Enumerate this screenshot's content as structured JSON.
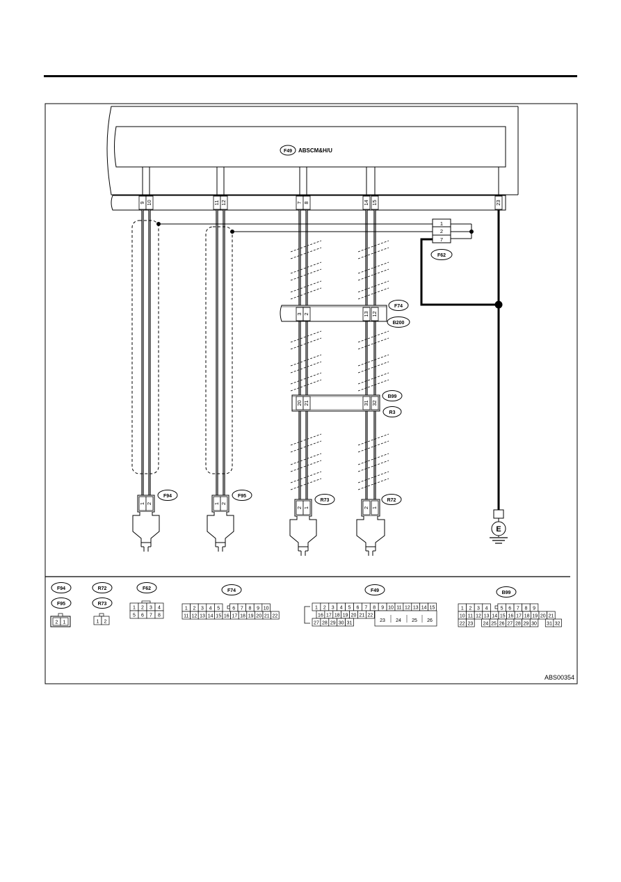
{
  "module": {
    "code": "F49",
    "name": "ABSCM&H/U"
  },
  "module_pins": [
    "9",
    "10",
    "11",
    "12",
    "7",
    "8",
    "14",
    "15",
    "23"
  ],
  "joint_connector": {
    "code": "F62",
    "pins": [
      "1",
      "2",
      "7"
    ]
  },
  "connectors": {
    "f74": "F74",
    "b200": "B200",
    "b99": "B99",
    "r3": "R3",
    "f94": "F94",
    "f95": "F95",
    "r73": "R73",
    "r72": "R72"
  },
  "inline_pins": {
    "f74_b200": [
      "3",
      "2",
      "13",
      "12"
    ],
    "b99_r3": [
      "20",
      "21",
      "31",
      "32"
    ]
  },
  "sensor_pins": {
    "f94": [
      "1",
      "2"
    ],
    "f95": [
      "1",
      "2"
    ],
    "r73": [
      "2",
      "1"
    ],
    "r72": [
      "2",
      "1"
    ]
  },
  "ground_label": "E",
  "reference_labels": {
    "f94": "F94",
    "f95": "F95",
    "r72": "R72",
    "r73": "R73",
    "f62": "F62",
    "f74": "F74",
    "f49": "F49",
    "b99": "B99"
  },
  "reference_pins": {
    "f94_f95": [
      "2",
      "1"
    ],
    "r72_r73": [
      "1",
      "2"
    ],
    "f62_top": [
      "1",
      "2",
      "3",
      "4"
    ],
    "f62_bottom": [
      "5",
      "6",
      "7",
      "8"
    ],
    "f74_top": [
      "1",
      "2",
      "3",
      "4",
      "5",
      "",
      "6",
      "7",
      "8",
      "9",
      "10"
    ],
    "f74_bottom": [
      "11",
      "12",
      "13",
      "14",
      "15",
      "16",
      "17",
      "18",
      "19",
      "20",
      "21",
      "22"
    ],
    "f49_top": [
      "1",
      "2",
      "3",
      "4",
      "5",
      "6",
      "7",
      "8",
      "9",
      "10",
      "11",
      "12",
      "13",
      "14",
      "15"
    ],
    "f49_mid": [
      "16",
      "17",
      "18",
      "19",
      "20",
      "21",
      "22"
    ],
    "f49_mid_right": [
      "23",
      "24",
      "25",
      "26"
    ],
    "f49_bottom": [
      "27",
      "28",
      "29",
      "30",
      "31"
    ],
    "b99_top": [
      "1",
      "2",
      "3",
      "4",
      "",
      "5",
      "6",
      "7",
      "8",
      "9"
    ],
    "b99_mid": [
      "10",
      "11",
      "12",
      "13",
      "14",
      "15",
      "16",
      "17",
      "18",
      "19",
      "20",
      "21"
    ],
    "b99_bottom": [
      "22",
      "23",
      "",
      "24",
      "25",
      "26",
      "27",
      "28",
      "29",
      "30",
      "",
      "31",
      "32"
    ]
  },
  "figure_id": "ABS00354"
}
